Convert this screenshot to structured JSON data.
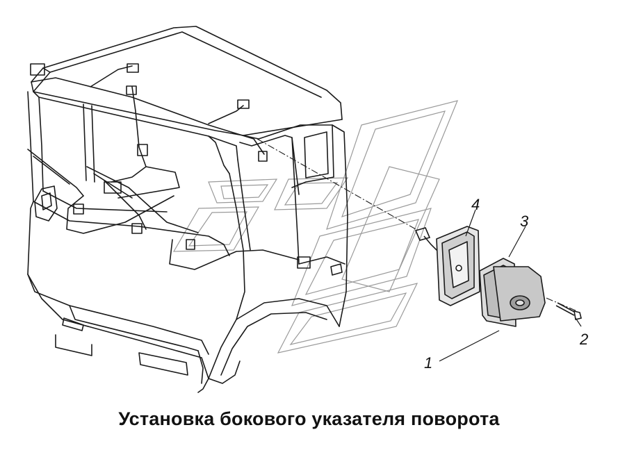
{
  "caption": "Установка бокового указателя поворота",
  "part_labels": {
    "p1": "1",
    "p2": "2",
    "p3": "3",
    "p4": "4"
  },
  "icons": {
    "truck_cab": "truck-cab-drawing",
    "watermark": "manufacturer-logo-watermark",
    "lamp": "turn-signal-lamp",
    "bracket": "mounting-bracket",
    "bolt": "bolt",
    "gasket": "gasket"
  }
}
